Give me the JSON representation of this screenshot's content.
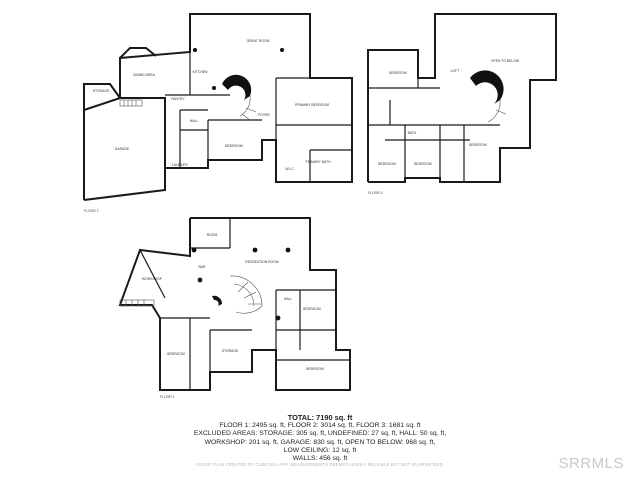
{
  "floor_labels": {
    "floor_2": "FLOOR 2",
    "floor_3": "FLOOR 3",
    "floor_1": "FLOOR 1"
  },
  "rooms": {
    "storage": "STORAGE",
    "garage": "GARAGE",
    "dining": "DINING AREA",
    "kitchen": "KITCHEN",
    "great_room": "GREAT ROOM",
    "primary_bedroom": "PRIMARY BEDROOM",
    "primary_bath": "PRIMARY BATH",
    "bedroom_f2": "BEDROOM",
    "laundry": "LAUNDRY",
    "pantry": "PANTRY",
    "hall": "HALL",
    "foyer": "FOYER",
    "wic": "W.I.C.",
    "bath": "BATH",
    "f3_bedroom_1": "BEDROOM",
    "f3_bedroom_2": "BEDROOM",
    "f3_bedroom_3": "BEDROOM",
    "f3_bedroom_4": "BEDROOM",
    "f3_loft": "LOFT",
    "open_to_below": "OPEN TO BELOW",
    "f1_room": "ROOM",
    "recreation": "RECREATION ROOM",
    "bar": "BAR",
    "workshop": "WORKSHOP",
    "f1_bedroom_1": "BEDROOM",
    "f1_bedroom_2": "BEDROOM",
    "f1_bedroom_3": "BEDROOM",
    "storage_f1": "STORAGE",
    "hall_f1": "HALL"
  },
  "summary": {
    "total": "TOTAL: 7190 sq. ft",
    "line1": "FLOOR 1: 2495 sq. ft, FLOOR 2: 3014 sq. ft, FLOOR 3: 1681 sq. ft",
    "line2": "EXCLUDED AREAS: STORAGE: 305 sq. ft, UNDEFINED: 27 sq. ft, HALL: 50 sq. ft,",
    "line3": "WORKSHOP: 201 sq. ft, GARAGE: 830 sq. ft, OPEN TO BELOW: 968 sq. ft,",
    "line4": "LOW CEILING: 12 sq. ft",
    "line5": "WALLS: 456 sq. ft"
  },
  "disclaimer": "FLOOR PLAN CREATED BY CUBICASA APP. MEASUREMENTS DEEMED HIGHLY RELIABLE BUT NOT GUARANTEED.",
  "watermark": "SRRMLS"
}
